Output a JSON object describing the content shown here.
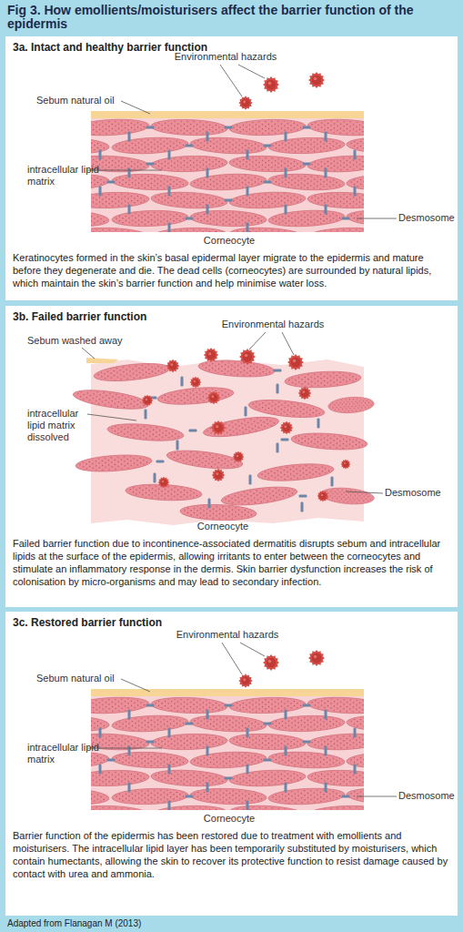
{
  "diagram": {
    "title": "Fig 3. How emollients/moisturisers affect the barrier function of the epidermis",
    "caption": "Adapted from Flanagan M (2013)",
    "nodes": [
      {
        "text": [
          "3a. Intact and healthy barrier function",
          "Keratinocytes formed in the skin’s basal epidermal layer migrate to the epidermis and mature before they degenerate and die. The dead cells (corneocytes) are surrounded by natural lipids, which maintain the skin’s barrier function and help minimise water loss."
        ]
      },
      {
        "text": [
          "3b. Failed barrier function",
          "Failed barrier function due to incontinence-associated dermatitis disrupts sebum and intracellular lipids at the surface of the epidermis, allowing irritants to enter between the corneocytes and stimulate an inflammatory response in the dermis. Skin barrier dysfunction increases the risk of colonisation by micro-organisms and may lead to secondary infection."
        ]
      },
      {
        "text": [
          "3c. Restored barrier function",
          "Barrier function of the epidermis has been restored due to treatment with emollients and moisturisers. The intracellular lipid layer has been temporarily substituted by moisturisers, which contain humectants, allowing the skin to recover its protective function to resist damage caused by contact with urea and ammonia."
        ]
      }
    ],
    "labels": [
      "Environmental hazards",
      "Sebum natural oil",
      "intracellular lipid matrix",
      "Desmosome",
      "Corneocyte",
      "Environmental hazards",
      "Sebum washed away",
      "intracellular lipid matrix dissolved",
      "Desmosome",
      "Corneocyte",
      "Environmental hazards",
      "Sebum natural oil",
      "intracellular lipid matrix",
      "Desmosome",
      "Corneocyte"
    ]
  }
}
